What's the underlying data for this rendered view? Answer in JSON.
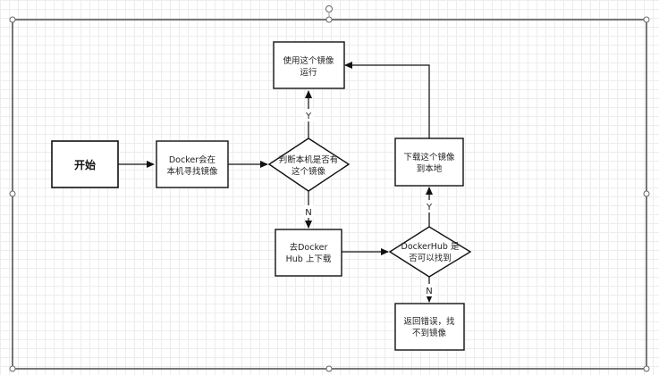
{
  "nodes": {
    "start": "开始",
    "docker_local_1": "Docker会在",
    "docker_local_2": "本机寻找镜像",
    "decision_local_1": "判断本机是否有",
    "decision_local_2": "这个镜像",
    "use_image_1": "使用这个镜像",
    "use_image_2": "运行",
    "go_dockerhub_1": "去Docker",
    "go_dockerhub_2": "Hub 上下载",
    "decision_hub_1": "DockerHub 是",
    "decision_hub_2": "否可以找到",
    "download_1": "下载这个镜像",
    "download_2": "到本地",
    "error_1": "返回错误，找",
    "error_2": "不到镜像"
  },
  "edges": {
    "yes_up": "Y",
    "no_down": "N",
    "yes_hub": "Y",
    "no_hub": "N"
  }
}
